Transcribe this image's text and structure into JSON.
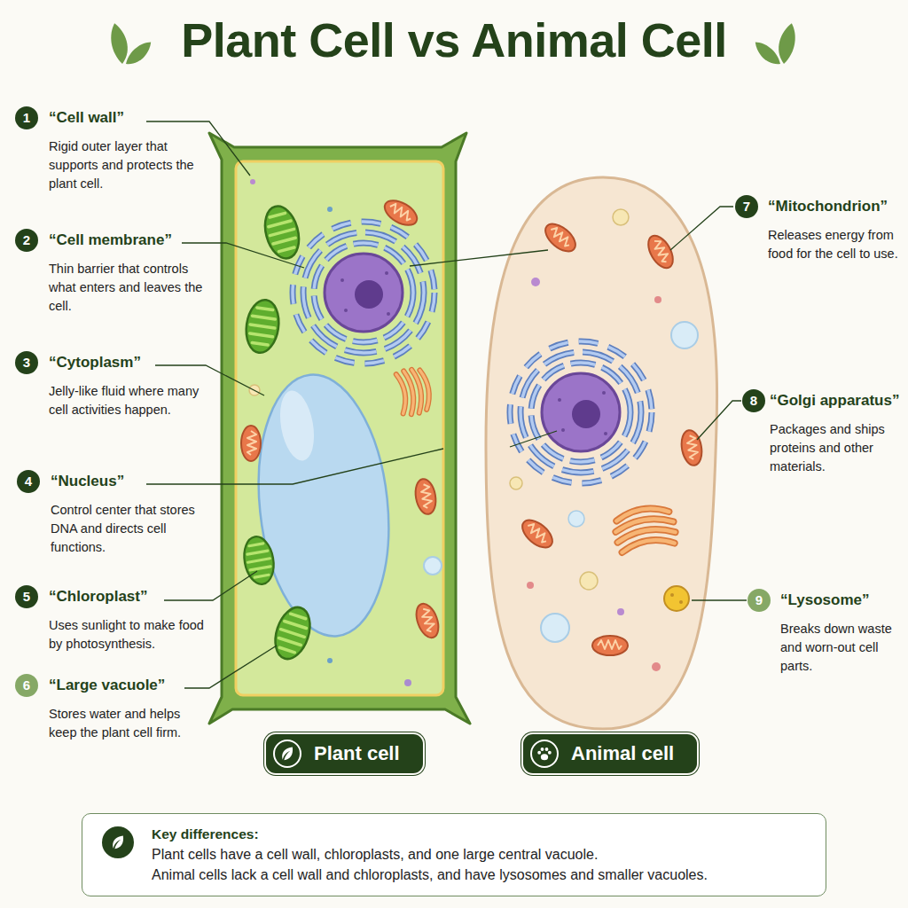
{
  "diagram": {
    "title": "Plant Cell vs Animal Cell",
    "nodes": [
      {
        "text": [
          "Plant cell"
        ]
      },
      {
        "text": [
          "Animal cell"
        ]
      },
      {
        "text": [
          "Key differences:",
          "Plant cells have a cell wall, chloroplasts, and one large central vacuole.",
          "Animal cells lack a cell wall and chloroplasts, and have lysosomes and smaller vacuoles."
        ]
      }
    ],
    "labels": [
      "1",
      "“Cell wall”",
      "Rigid outer layer that supports and protects the plant cell.",
      "2",
      "“Cell membrane”",
      "Thin barrier that controls what enters and leaves the cell.",
      "3",
      "“Cytoplasm”",
      "Jelly-like fluid where many cell activities happen.",
      "4",
      "“Nucleus”",
      "Control center that stores DNA and directs cell functions.",
      "5",
      "“Chloroplast”",
      "Uses sunlight to make food by photosynthesis.",
      "6",
      "“Large vacuole”",
      "Stores water and helps keep the plant cell firm.",
      "7",
      "“Mitochondrion”",
      "Releases energy from food for the cell to use.",
      "8",
      "“Golgi apparatus”",
      "Packages and ships proteins and other materials.",
      "9",
      "“Lysosome”",
      "Breaks down waste and worn-out cell parts."
    ]
  }
}
